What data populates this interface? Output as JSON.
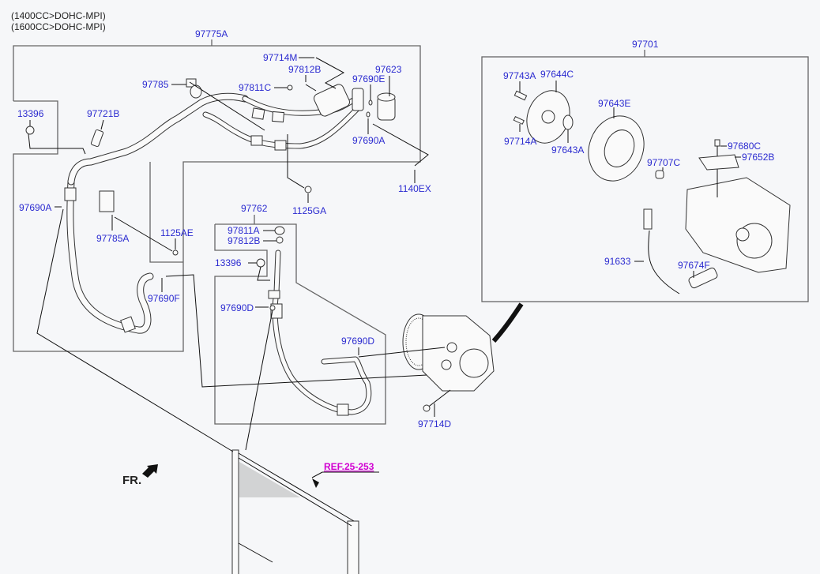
{
  "header": {
    "engine_lines": [
      "(1400CC>DOHC-MPI)",
      "(1600CC>DOHC-MPI)"
    ]
  },
  "groups": {
    "hose_assembly": "97775A",
    "compressor_assembly": "97701",
    "discharge_hose": "97762"
  },
  "labels": {
    "p13396_top": "13396",
    "p97721B": "97721B",
    "p97785": "97785",
    "p97714M": "97714M",
    "p97812B_top": "97812B",
    "p97811C": "97811C",
    "p97690E": "97690E",
    "p97623": "97623",
    "p97690A_top": "97690A",
    "p1140EX": "1140EX",
    "p1125GA": "1125GA",
    "p97690A_left": "97690A",
    "p97785A": "97785A",
    "p1125AE": "1125AE",
    "p97690F": "97690F",
    "p97811A": "97811A",
    "p97812B_mid": "97812B",
    "p13396_mid": "13396",
    "p97690D_left": "97690D",
    "p97690D_right": "97690D",
    "p97714D": "97714D",
    "p97743A": "97743A",
    "p97644C": "97644C",
    "p97643E": "97643E",
    "p97714A": "97714A",
    "p97643A": "97643A",
    "p97707C": "97707C",
    "p97680C": "97680C",
    "p97652B": "97652B",
    "p91633": "91633",
    "p97674F": "97674F"
  },
  "reference": {
    "link_text": "REF.25-253",
    "color": "#d100d1"
  },
  "orientation": {
    "label": "FR."
  },
  "colors": {
    "part_label": "#2b2bd0",
    "background": "#f6f7f9"
  }
}
